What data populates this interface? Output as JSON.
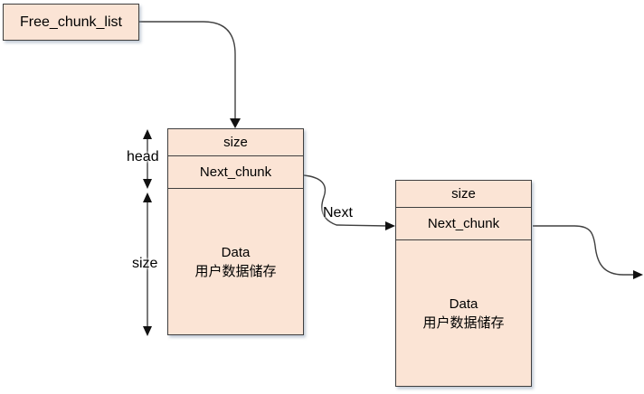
{
  "free_chunk_list": {
    "label": "Free_chunk_list"
  },
  "labels": {
    "head": "head",
    "size": "size",
    "next": "Next"
  },
  "chunks": [
    {
      "size_label": "size",
      "next_label": "Next_chunk",
      "data_title": "Data",
      "data_subtitle": "用户数据储存"
    },
    {
      "size_label": "size",
      "next_label": "Next_chunk",
      "data_title": "Data",
      "data_subtitle": "用户数据储存"
    }
  ],
  "colors": {
    "box_fill": "#fbe4d5",
    "box_border": "#3f3f3f",
    "connector_line": "#404040",
    "arrowhead": "#111111",
    "background": "#ffffff"
  }
}
